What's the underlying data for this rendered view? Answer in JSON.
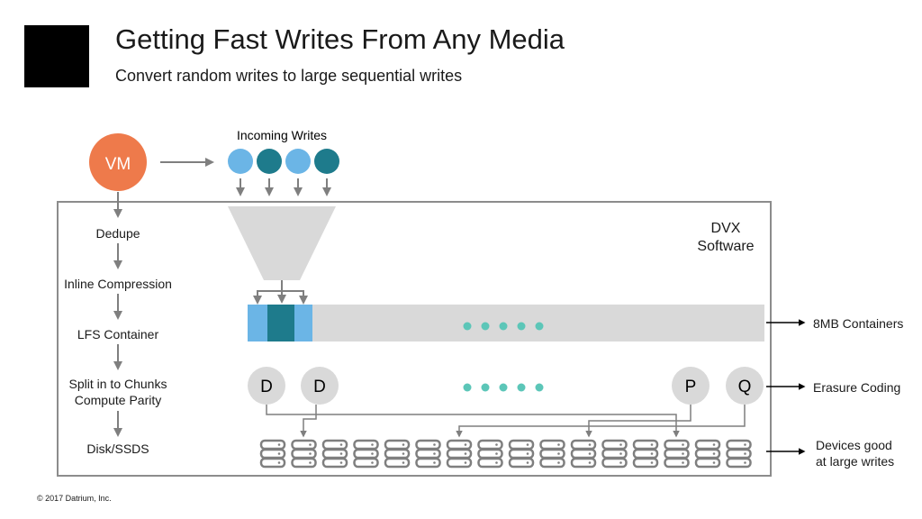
{
  "slide": {
    "title": "Getting Fast Writes From Any Media",
    "subtitle": "Convert random writes to large sequential writes",
    "footer": "© 2017 Datrium, Inc."
  },
  "colors": {
    "vm": "#ee7a4b",
    "light_blue": "#6bb5e6",
    "teal": "#1e7b8c",
    "dots": "#5cc6b8",
    "gray": "#d9d9d9",
    "arrow": "#7f7f7f",
    "disk": "#7f7f7f"
  },
  "diagram": {
    "vm_label": "VM",
    "incoming_label": "Incoming Writes",
    "dvx_line1": "DVX",
    "dvx_line2": "Software",
    "steps": [
      "Dedupe",
      "Inline Compression",
      "LFS Container",
      "Split in to Chunks",
      "Compute Parity",
      "Disk/SSDS"
    ],
    "chunks": [
      "D",
      "D",
      "P",
      "Q"
    ],
    "annotations": {
      "containers": "8MB Containers",
      "erasure": "Erasure Coding",
      "devices_line1": "Devices good",
      "devices_line2": "at large writes"
    },
    "incoming_writes": [
      "light_blue",
      "teal",
      "light_blue",
      "teal"
    ],
    "disk_count": 16,
    "dot_count": 5
  }
}
